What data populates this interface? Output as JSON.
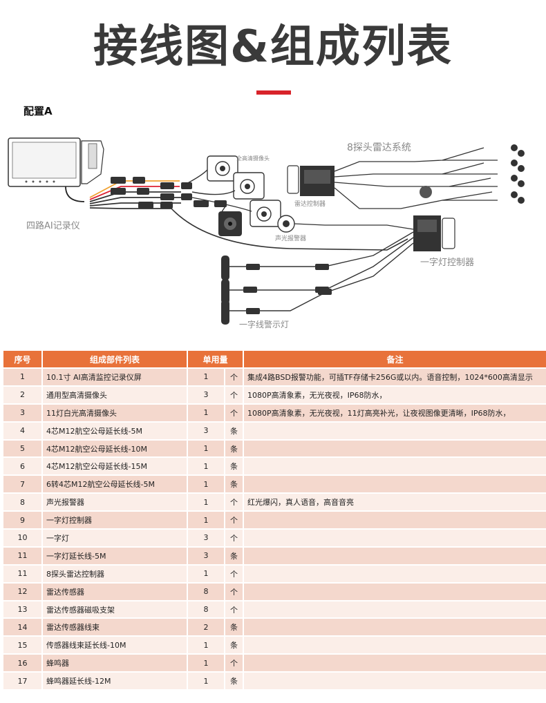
{
  "header": {
    "title": "接线图&组成列表",
    "config_label": "配置A"
  },
  "diagram": {
    "labels": {
      "radar_system": "8探头雷达系统",
      "recorder": "四路AI记录仪",
      "camera_label": "全高清摄像头",
      "radar_controller": "雷达控制器",
      "alarm": "声光报警器",
      "light_controller": "一字灯控制器",
      "warning_light": "一字线警示灯"
    }
  },
  "table": {
    "headers": {
      "no": "序号",
      "name": "组成部件列表",
      "qty": "单用量",
      "note": "备注"
    },
    "rows": [
      {
        "no": "1",
        "name": "10.1寸 AI高清监控记录仪屏",
        "qty": "1",
        "unit": "个",
        "note": "集成4路BSD报警功能，可插TF存储卡256G或以内。语音控制，1024*600高清显示"
      },
      {
        "no": "2",
        "name": "通用型高清摄像头",
        "qty": "3",
        "unit": "个",
        "note": "1080P高清象素，无光夜视，IP68防水，"
      },
      {
        "no": "3",
        "name": "11灯白光高清摄像头",
        "qty": "1",
        "unit": "个",
        "note": "1080P高清象素，无光夜视，11灯高亮补光，让夜视图像更清晰，IP68防水，"
      },
      {
        "no": "4",
        "name": "4芯M12航空公母延长线-5M",
        "qty": "3",
        "unit": "条",
        "note": ""
      },
      {
        "no": "5",
        "name": "4芯M12航空公母延长线-10M",
        "qty": "1",
        "unit": "条",
        "note": ""
      },
      {
        "no": "6",
        "name": "4芯M12航空公母延长线-15M",
        "qty": "1",
        "unit": "条",
        "note": ""
      },
      {
        "no": "7",
        "name": "6转4芯M12航空公母延长线-5M",
        "qty": "1",
        "unit": "条",
        "note": ""
      },
      {
        "no": "8",
        "name": "声光报警器",
        "qty": "1",
        "unit": "个",
        "note": "红光爆闪，真人语音，高音音亮"
      },
      {
        "no": "9",
        "name": "一字灯控制器",
        "qty": "1",
        "unit": "个",
        "note": ""
      },
      {
        "no": "10",
        "name": "一字灯",
        "qty": "3",
        "unit": "个",
        "note": ""
      },
      {
        "no": "11",
        "name": "一字灯延长线-5M",
        "qty": "3",
        "unit": "条",
        "note": ""
      },
      {
        "no": "11",
        "name": "8探头雷达控制器",
        "qty": "1",
        "unit": "个",
        "note": ""
      },
      {
        "no": "12",
        "name": "雷达传感器",
        "qty": "8",
        "unit": "个",
        "note": ""
      },
      {
        "no": "13",
        "name": "雷达传感器磁吸支架",
        "qty": "8",
        "unit": "个",
        "note": ""
      },
      {
        "no": "14",
        "name": "雷达传感器线束",
        "qty": "2",
        "unit": "条",
        "note": ""
      },
      {
        "no": "15",
        "name": "传感器线束延长线-10M",
        "qty": "1",
        "unit": "条",
        "note": ""
      },
      {
        "no": "16",
        "name": "蜂鸣器",
        "qty": "1",
        "unit": "个",
        "note": ""
      },
      {
        "no": "17",
        "name": "蜂鸣器延长线-12M",
        "qty": "1",
        "unit": "条",
        "note": ""
      }
    ]
  }
}
